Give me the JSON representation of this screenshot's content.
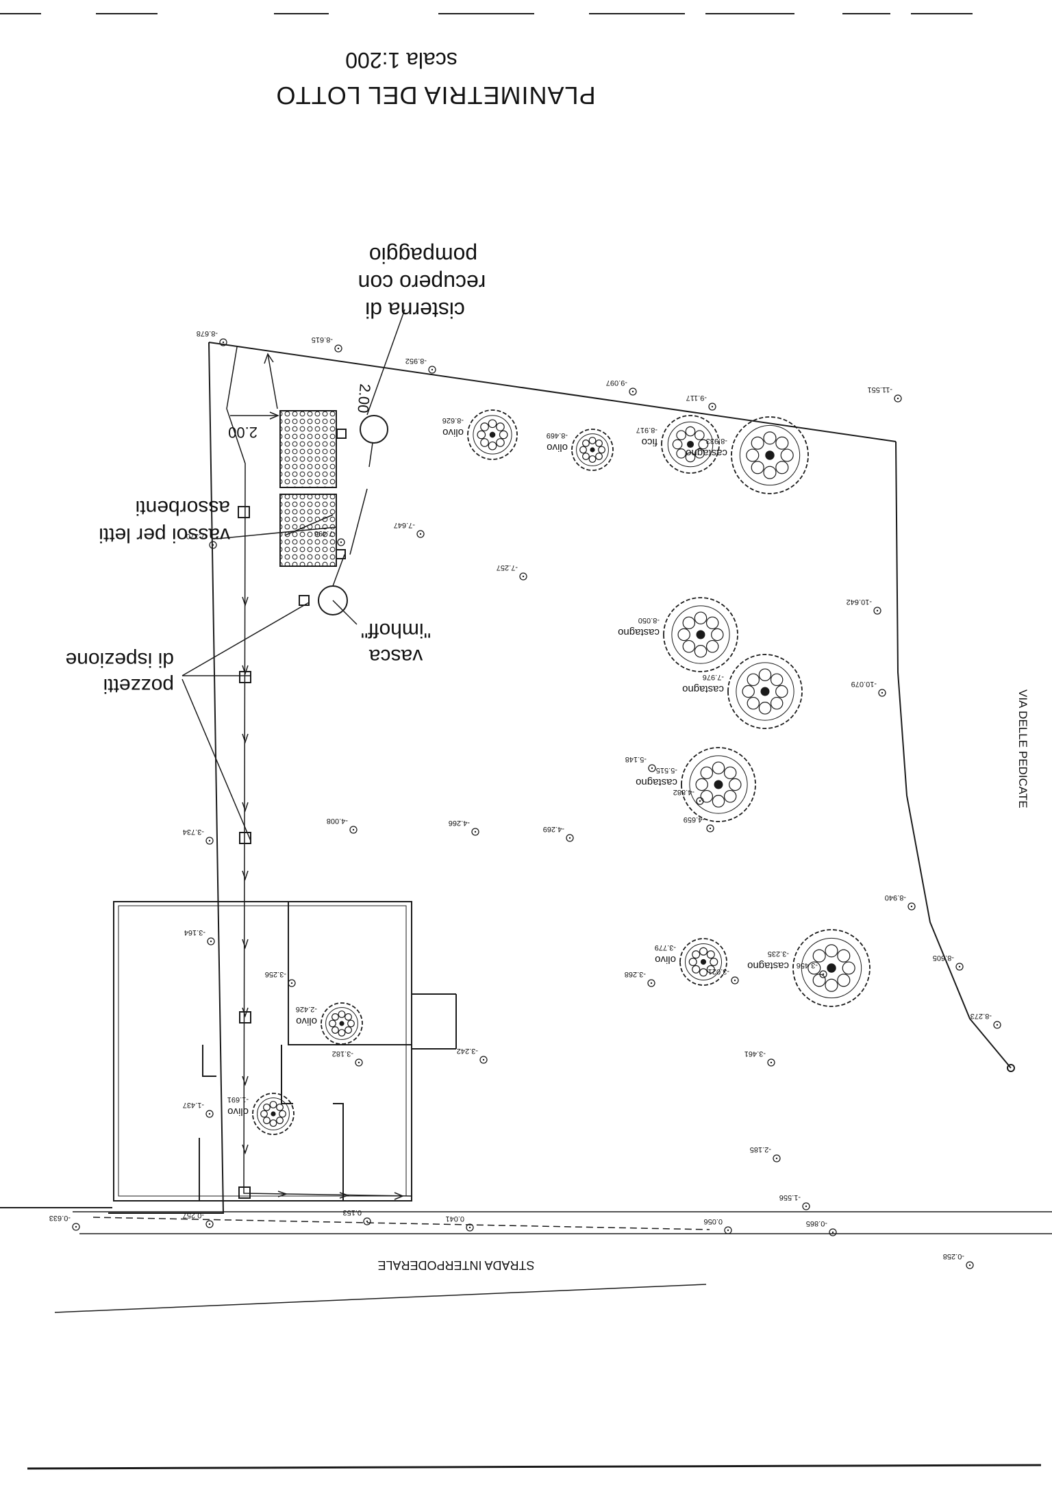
{
  "title": "PLANIMETRIA DEL LOTTO",
  "scale": "scala 1:200",
  "labels": {
    "cistern": [
      "cisterna di",
      "recupero con",
      "pompaggio"
    ],
    "trays": [
      "vassoi per letti",
      "assorbenti"
    ],
    "imhoff": [
      "vasca",
      "\"imhoff\""
    ],
    "inspection": [
      "pozzetti",
      "di ispezione"
    ],
    "dim_vertical": "2.00",
    "dim_horizontal": "2.00"
  },
  "roads": {
    "via": "VIA DELLE PEDICATE",
    "strada": "STRADA INTERPODERALE"
  },
  "trees": [
    {
      "name": "olivo",
      "elev": "-8.626"
    },
    {
      "name": "olivo",
      "elev": "-8.469"
    },
    {
      "name": "fico",
      "elev": "-8.917"
    },
    {
      "name": "castagno",
      "elev": "-8.933"
    },
    {
      "name": "castagno",
      "elev": "-8.050"
    },
    {
      "name": "castagno",
      "elev": "-7.976"
    },
    {
      "name": "castagno",
      "elev": "-5.515"
    },
    {
      "name": "castagno",
      "elev": "-3.235"
    },
    {
      "name": "olivo",
      "elev": "-3.779"
    },
    {
      "name": "olivo",
      "elev": "-2.426"
    },
    {
      "name": "olivo",
      "elev": "-1.691"
    }
  ],
  "spot_elevations": [
    "-8.678",
    "-8.615",
    "-8.952",
    "-9.097",
    "-9.117",
    "-11.551",
    "-7.370",
    "-7.496",
    "-7.647",
    "-7.257",
    "-10.642",
    "-10.079",
    "-5.148",
    "-4.882",
    "-4.659",
    "-4.008",
    "-4.266",
    "-4.269",
    "-3.734",
    "-3.164",
    "-3.256",
    "-3.268",
    "-3.021",
    "-3.456",
    "-3.182",
    "-3.242",
    "-3.461",
    "-8.940",
    "-8.605",
    "-8.273",
    "-1.437",
    "-2.185",
    "-1.556",
    "-0.865",
    "-0.633",
    "-0.257",
    "0.153",
    "0.041",
    "0.056",
    "-0.258"
  ]
}
